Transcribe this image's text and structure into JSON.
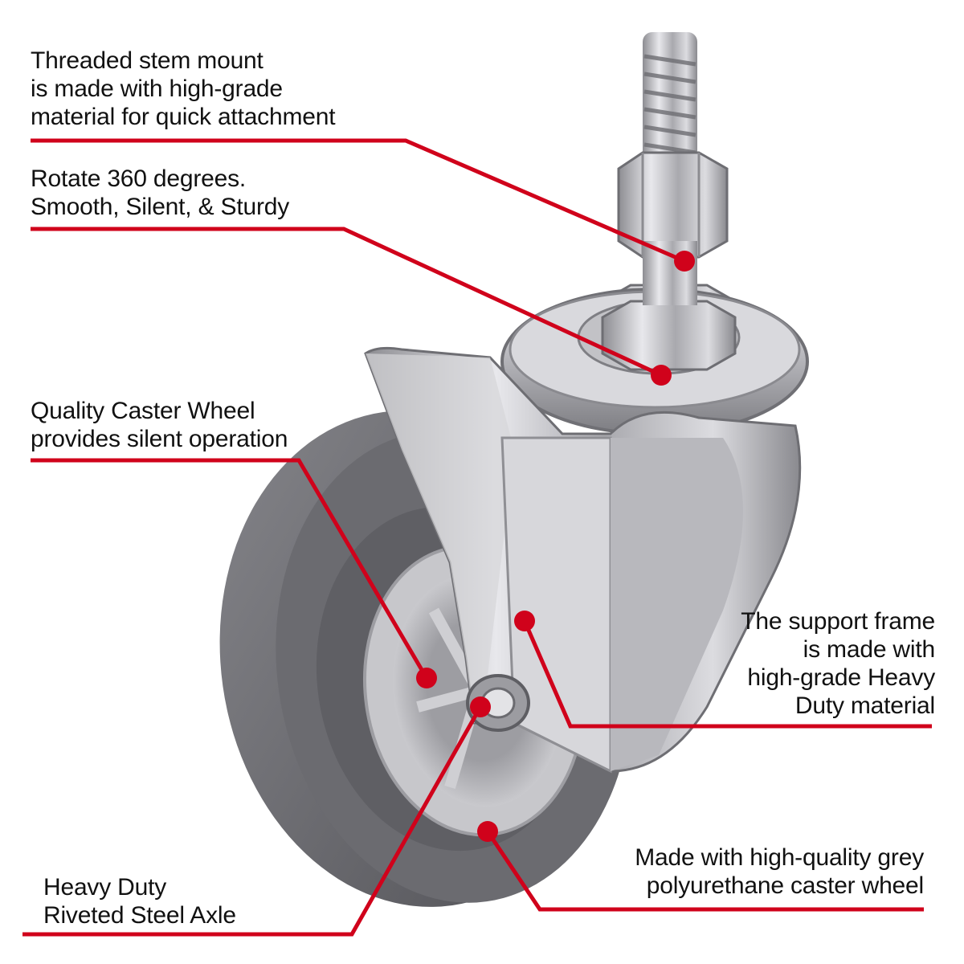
{
  "accent_color": "#d0021b",
  "image": {
    "subject": "swivel caster wheel with threaded stem",
    "wheel_color": "#6e6e72",
    "hub_color": "#b9b9bd",
    "metal_color": "#c8c8cc"
  },
  "callouts": [
    {
      "id": "threaded-stem",
      "lines": [
        "Threaded stem mount",
        "is made with high-grade",
        "material for quick attachment"
      ],
      "align": "left"
    },
    {
      "id": "rotate",
      "lines": [
        "Rotate 360 degrees.",
        "Smooth, Silent, & Sturdy"
      ],
      "align": "left"
    },
    {
      "id": "quality-wheel",
      "lines": [
        "Quality Caster Wheel",
        "provides silent operation"
      ],
      "align": "left"
    },
    {
      "id": "support-frame",
      "lines": [
        "The support frame",
        "is made with",
        "high-grade Heavy",
        "Duty material"
      ],
      "align": "right"
    },
    {
      "id": "polyurethane",
      "lines": [
        "Made with high-quality grey",
        "polyurethane caster wheel"
      ],
      "align": "right"
    },
    {
      "id": "axle",
      "lines": [
        "Heavy Duty",
        "Riveted Steel Axle"
      ],
      "align": "left"
    }
  ]
}
